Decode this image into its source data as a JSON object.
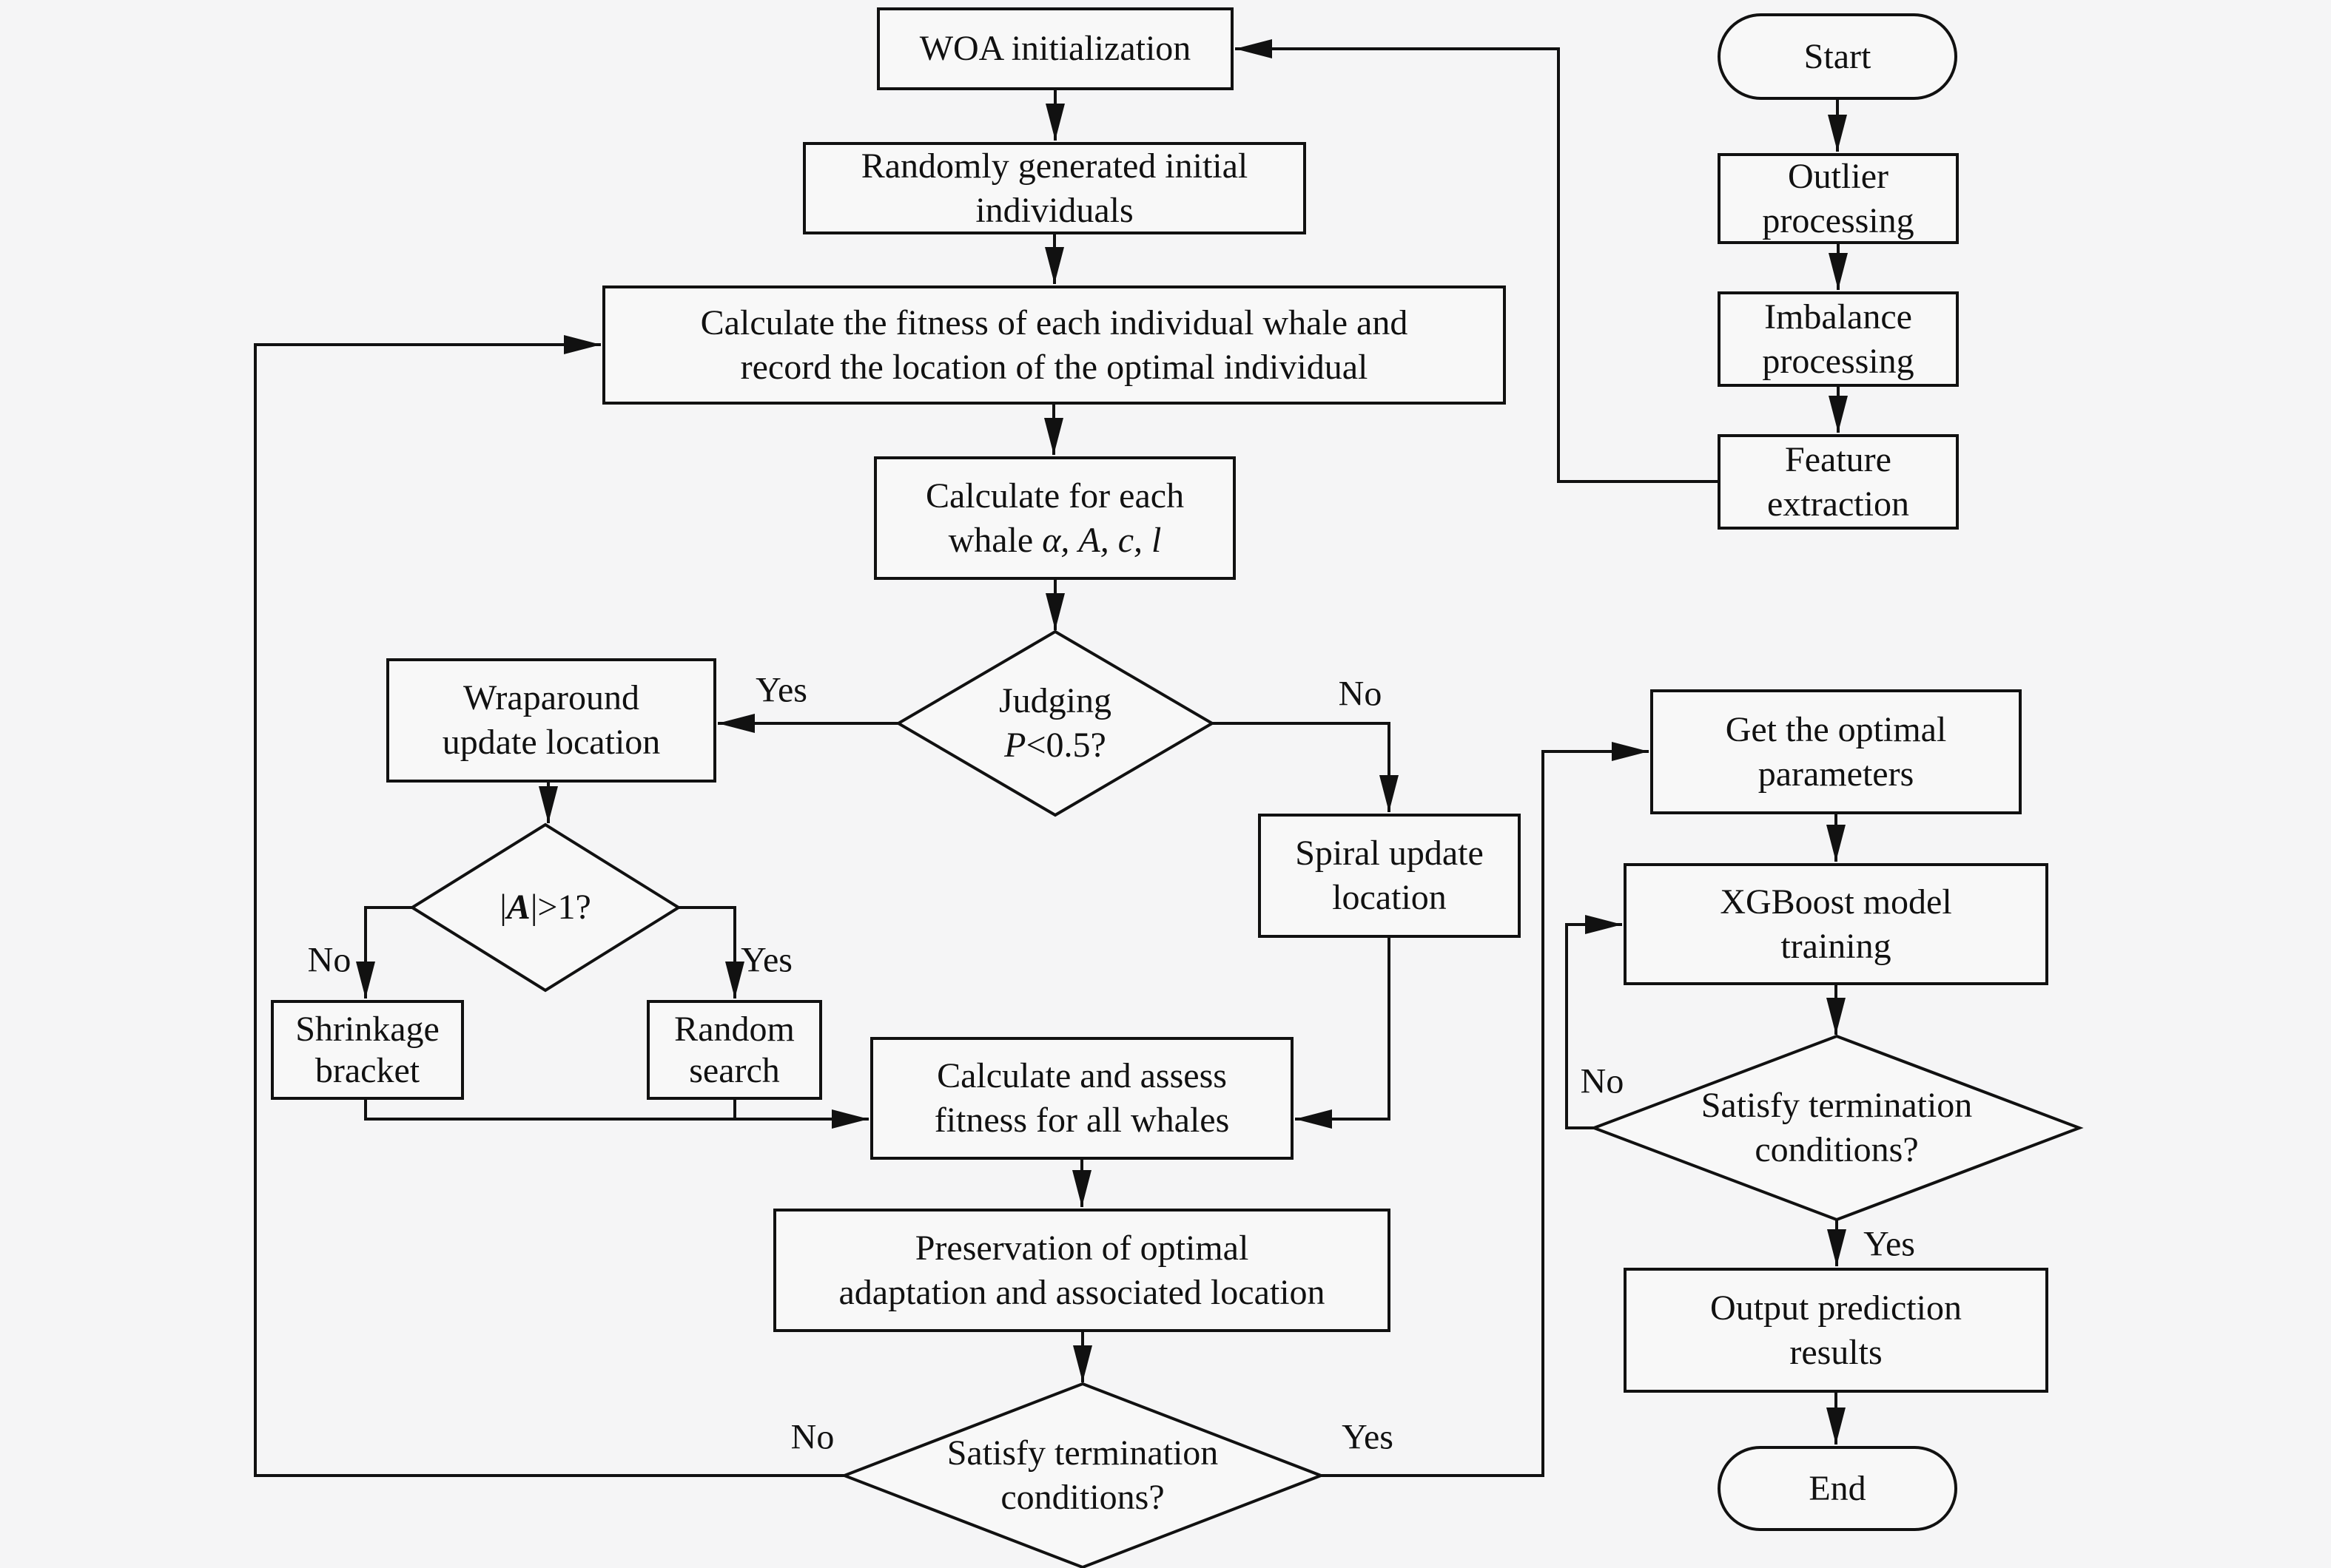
{
  "colors": {
    "background": "#f5f5f6",
    "node_fill": "#f8f8f8",
    "line": "#111111"
  },
  "nodes": {
    "woa_init": {
      "lines": [
        "WOA initialization"
      ]
    },
    "random_init": {
      "lines": [
        "Randomly generated initial",
        "individuals"
      ]
    },
    "calc_fitness": {
      "lines": [
        "Calculate the fitness of each individual whale and",
        "record the location of the optimal individual"
      ]
    },
    "calc_each_whale": {
      "line1": "Calculate for each",
      "line2_prefix": "whale ",
      "line2_vars": "α, A, c, l"
    },
    "judging": {
      "line1": "Judging",
      "var": "P",
      "condition": "<0.5?"
    },
    "wraparound": {
      "lines": [
        "Wraparound",
        "update location"
      ]
    },
    "abs_a": {
      "pre": "|",
      "var": "A",
      "post": "|>1?"
    },
    "shrinkage": {
      "lines": [
        "Shrinkage",
        "bracket"
      ]
    },
    "random_search": {
      "lines": [
        "Random",
        "search"
      ]
    },
    "spiral": {
      "lines": [
        "Spiral update",
        "location"
      ]
    },
    "calc_assess": {
      "lines": [
        "Calculate and assess",
        "fitness for all whales"
      ]
    },
    "preservation": {
      "lines": [
        "Preservation of optimal",
        "adaptation and associated location"
      ]
    },
    "satisfy_main": {
      "lines": [
        "Satisfy termination",
        "conditions?"
      ]
    },
    "start": {
      "lines": [
        "Start"
      ]
    },
    "outlier": {
      "lines": [
        "Outlier",
        "processing"
      ]
    },
    "imbalance": {
      "lines": [
        "Imbalance",
        "processing"
      ]
    },
    "feature": {
      "lines": [
        "Feature",
        "extraction"
      ]
    },
    "get_params": {
      "lines": [
        "Get the optimal",
        "parameters"
      ]
    },
    "xgboost": {
      "lines": [
        "XGBoost model",
        "training"
      ]
    },
    "satisfy_right": {
      "lines": [
        "Satisfy termination",
        "conditions?"
      ]
    },
    "output": {
      "lines": [
        "Output prediction",
        "results"
      ]
    },
    "end": {
      "lines": [
        "End"
      ]
    }
  },
  "branch_labels": {
    "judging_yes": "Yes",
    "judging_no": "No",
    "abs_no": "No",
    "abs_yes": "Yes",
    "main_no": "No",
    "main_yes": "Yes",
    "right_no": "No",
    "right_yes": "Yes"
  }
}
